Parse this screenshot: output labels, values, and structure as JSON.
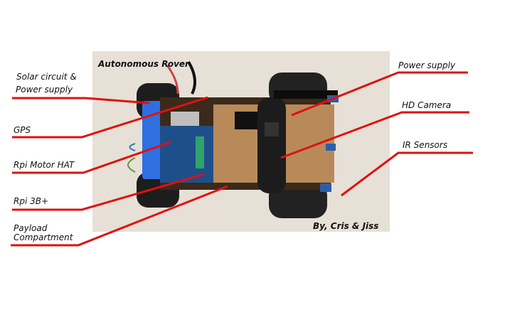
{
  "photo": {
    "title": "Autonomous Rover",
    "credit": "By, Cris & Jiss"
  },
  "labels_left": [
    {
      "line1": "Solar circuit &",
      "line2": "Power supply"
    },
    {
      "line1": "GPS"
    },
    {
      "line1": "Rpi Motor HAT"
    },
    {
      "line1": "Rpi 3B+"
    },
    {
      "line1": "Payload",
      "line2": "Compartment"
    }
  ],
  "labels_right": [
    {
      "line1": "Power supply"
    },
    {
      "line1": "HD Camera"
    },
    {
      "line1": "IR Sensors"
    }
  ],
  "colors": {
    "leader_line": "#e01010",
    "background": "#e6e0d6"
  }
}
